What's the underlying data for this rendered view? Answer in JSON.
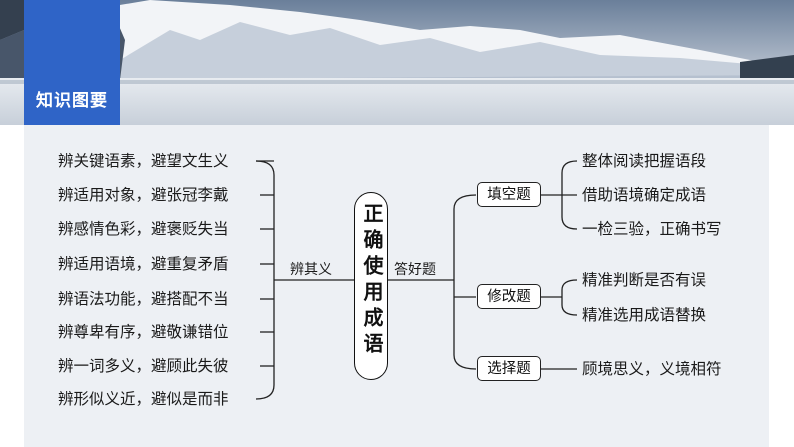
{
  "header": {
    "title": "知识图要"
  },
  "center": {
    "label": "正确使用成语"
  },
  "left_branch": {
    "label": "辨其义",
    "items": [
      "辨关键语素，避望文生义",
      "辨适用对象，避张冠李戴",
      "辨感情色彩，避褒贬失当",
      "辨适用语境，避重复矛盾",
      "辨语法功能，避搭配不当",
      "辨尊卑有序，避敬谦错位",
      "辨一词多义，避顾此失彼",
      "辨形似义近，避似是而非"
    ]
  },
  "right_branch": {
    "label": "答好题",
    "groups": [
      {
        "name": "填空题",
        "items": [
          "整体阅读把握语段",
          "借助语境确定成语",
          "一检三验，正确书写"
        ]
      },
      {
        "name": "修改题",
        "items": [
          "精准判断是否有误",
          "精准选用成语替换"
        ]
      },
      {
        "name": "选择题",
        "items": [
          "顾境思义，义境相符"
        ]
      }
    ]
  },
  "colors": {
    "accent": "#2f64c7",
    "diagram_bg": "#edf0f4",
    "line": "#222222"
  }
}
